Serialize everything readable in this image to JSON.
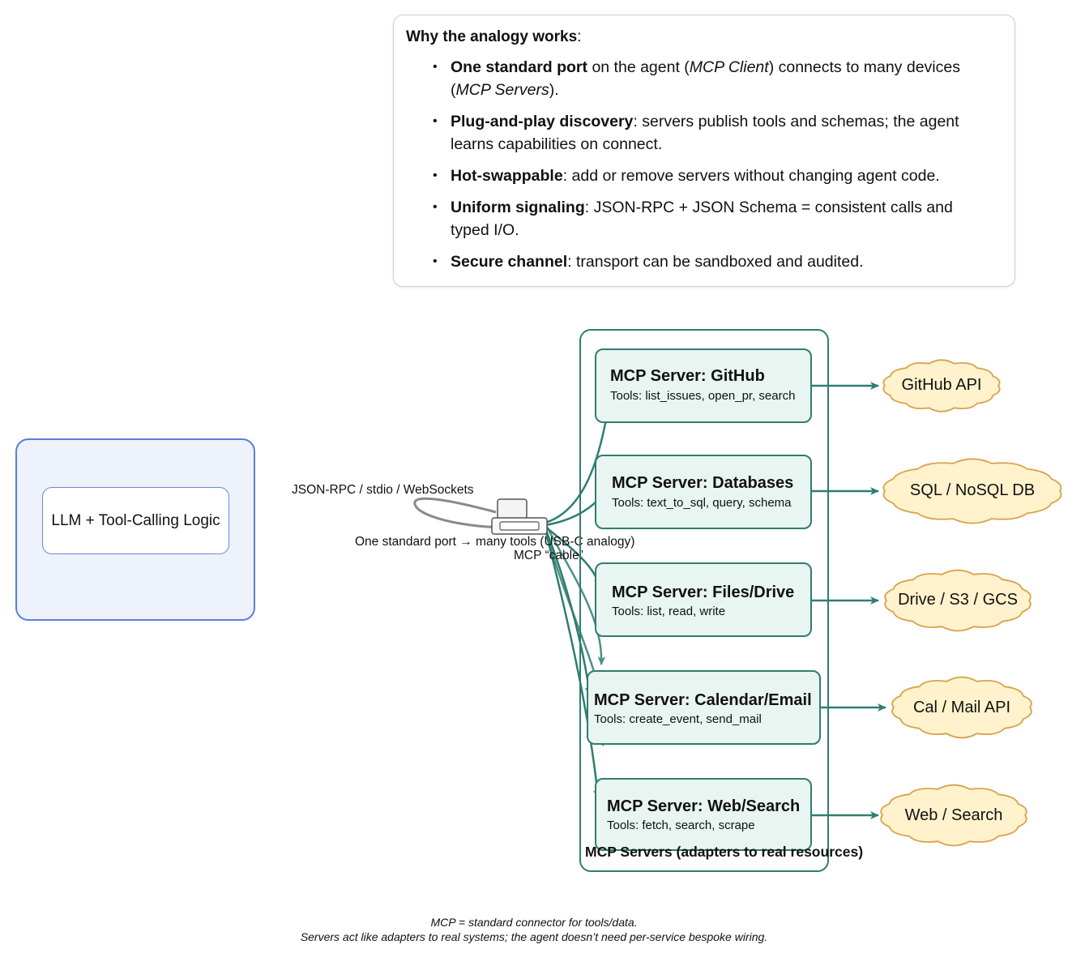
{
  "note": {
    "title_bold": "Why the analogy works",
    "title_suffix": ":",
    "bullets": [
      {
        "bold": "One standard port",
        "pre_text": " on the agent (",
        "italic1": "MCP Client",
        "mid_text": ") connects to many devices (",
        "italic2": "MCP Servers",
        "post_text": ")."
      },
      {
        "bold": "Plug-and-play discovery",
        "text": ":  servers publish tools and schemas; the agent learns capabilities on connect."
      },
      {
        "bold": "Hot-swappable",
        "text": ":  add or remove servers without changing agent code."
      },
      {
        "bold": "Uniform signaling",
        "text": ":  JSON-RPC + JSON Schema = consistent calls and typed I/O."
      },
      {
        "bold": "Secure channel",
        "text": ":  transport can be sandboxed and audited."
      }
    ]
  },
  "agent": {
    "inner_label": "LLM + Tool-Calling Logic"
  },
  "cable": {
    "transport_label": "JSON-RPC / stdio / WebSockets",
    "port_label": "One standard port → many tools (USB-C analogy)",
    "cable_label": "MCP “cable”"
  },
  "servers": [
    {
      "title": "MCP Server: GitHub",
      "tools": "Tools: list_issues, open_pr, search",
      "target": "GitHub API"
    },
    {
      "title": "MCP Server: Databases",
      "tools": "Tools: text_to_sql, query, schema",
      "target": "SQL / NoSQL DB"
    },
    {
      "title": "MCP Server: Files/Drive",
      "tools": "Tools: list, read, write",
      "target": "Drive / S3 / GCS"
    },
    {
      "title": "MCP Server: Calendar/Email",
      "tools": "Tools: create_event, send_mail",
      "target": "Cal / Mail API"
    },
    {
      "title": "MCP Server: Web/Search",
      "tools": "Tools: fetch, search, scrape",
      "target": "Web / Search"
    }
  ],
  "group_label": "MCP Servers (adapters to real resources)",
  "caption": {
    "line1": "MCP = standard connector for tools/data.",
    "line2": "Servers act like adapters to real systems; the agent doesn’t need per-service bespoke wiring."
  },
  "colors": {
    "teal": "#2f7d71",
    "server_fill": "#e8f5f1",
    "agent_border": "#5b7fd9",
    "agent_fill": "#edf2fb",
    "cloud_border": "#d9a24a",
    "cloud_fill": "#fff2cc"
  }
}
